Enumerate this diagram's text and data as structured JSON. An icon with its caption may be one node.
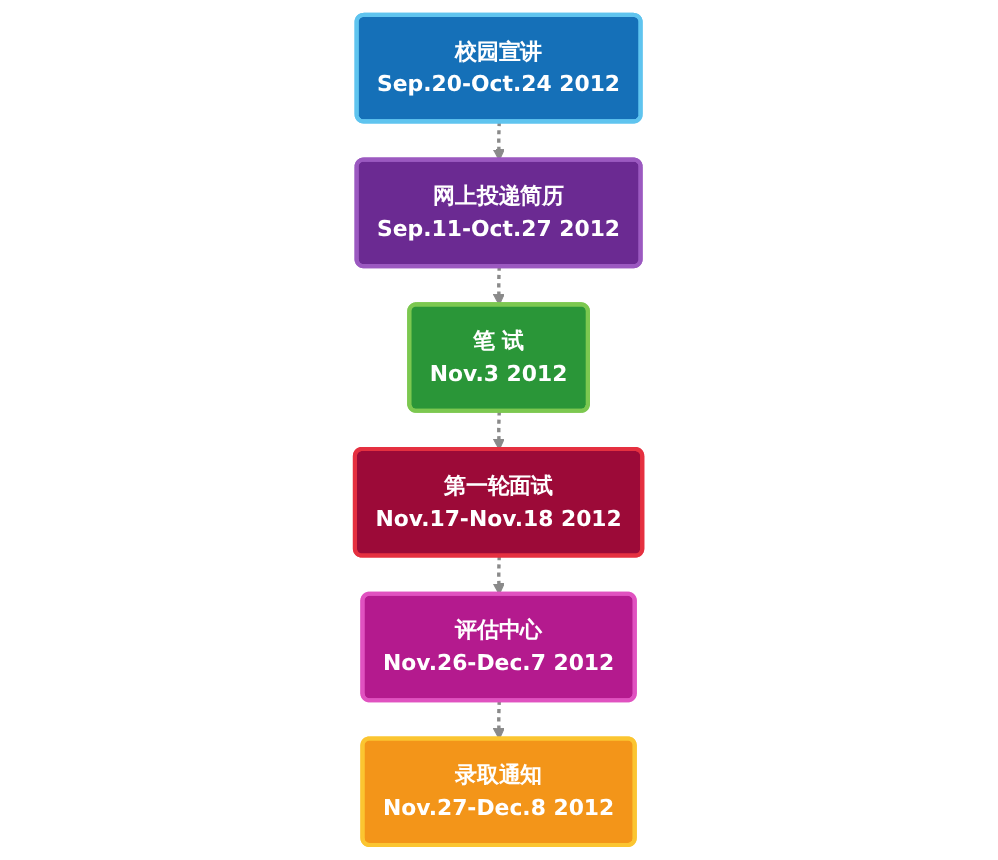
{
  "diagram": {
    "nodes": [
      {
        "text": [
          "校园宣讲",
          "Sep.20-Oct.24 2012"
        ]
      },
      {
        "text": [
          "录取通知",
          "Nov.27-Dec.8 2012"
        ]
      },
      {
        "text": [
          "网上投递简历",
          "Sep.11-Oct.27 2012"
        ]
      },
      {
        "text": [
          "评估中心",
          "Nov.26-Dec.7 2012"
        ]
      },
      {
        "text": [
          "笔 试",
          "Nov.3 2012"
        ]
      },
      {
        "text": [
          "第一轮面试",
          "Nov.17-Nov.18 2012"
        ]
      }
    ],
    "edges": [
      {
        "from": 0,
        "to": 2,
        "arrow": "to",
        "style": "dashed"
      },
      {
        "from": 2,
        "to": 4,
        "arrow": "to",
        "style": "dashed"
      },
      {
        "from": 4,
        "to": 5,
        "arrow": "to",
        "style": "dashed"
      },
      {
        "from": 5,
        "to": 3,
        "arrow": "to",
        "style": "dashed"
      },
      {
        "from": 3,
        "to": 1,
        "arrow": "to",
        "style": "dashed"
      }
    ]
  }
}
